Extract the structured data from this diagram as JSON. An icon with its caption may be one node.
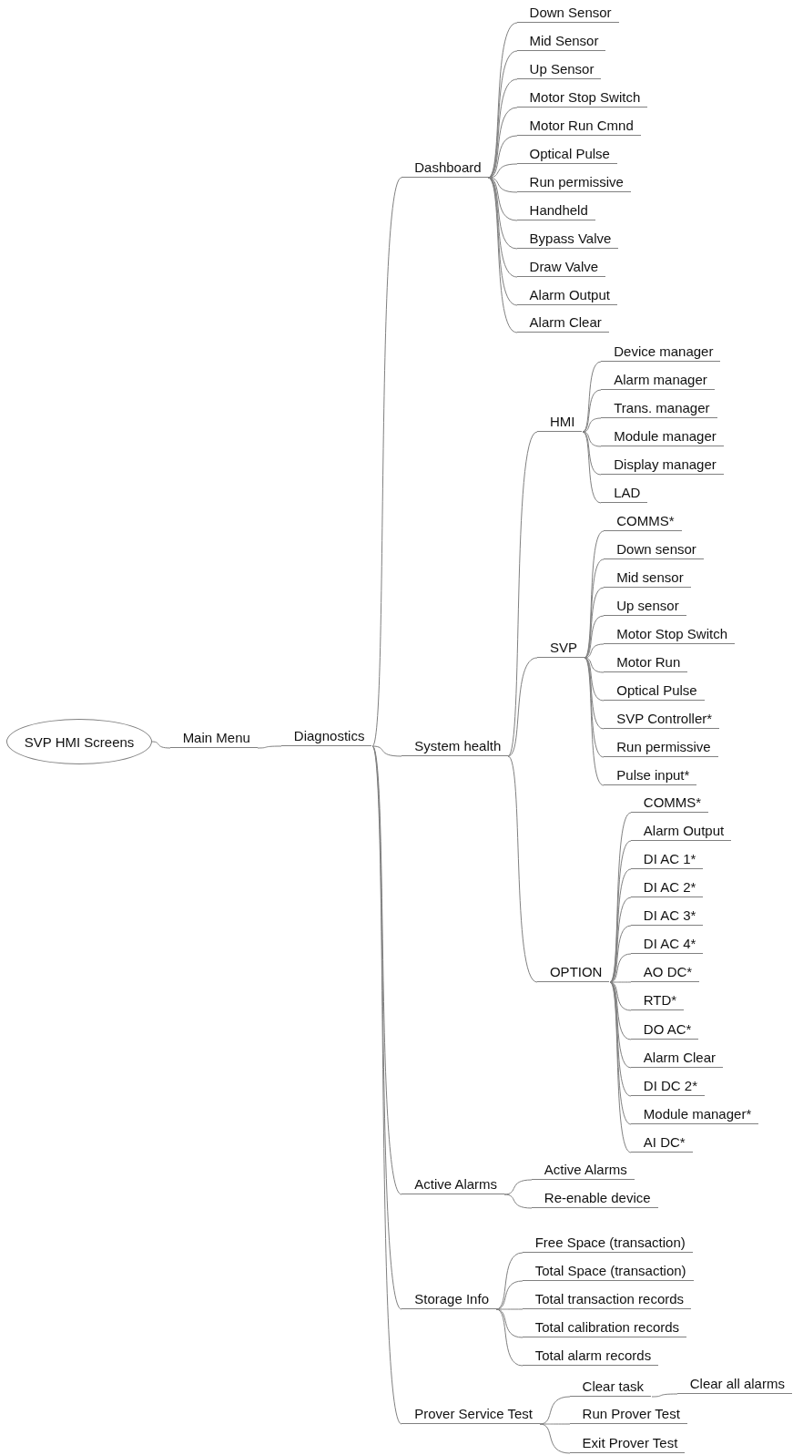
{
  "diagram": {
    "nodes": [
      {
        "text": [
          "SVP HMI Screens"
        ]
      },
      {
        "text": [
          "Main Menu"
        ]
      },
      {
        "text": [
          "Diagnostics"
        ]
      },
      {
        "text": [
          "Dashboard"
        ]
      },
      {
        "text": [
          "Down Sensor"
        ]
      },
      {
        "text": [
          "Mid Sensor"
        ]
      },
      {
        "text": [
          "Up Sensor"
        ]
      },
      {
        "text": [
          "Motor Stop Switch"
        ]
      },
      {
        "text": [
          "Motor Run Cmnd"
        ]
      },
      {
        "text": [
          "Optical Pulse"
        ]
      },
      {
        "text": [
          "Run permissive"
        ]
      },
      {
        "text": [
          "Handheld"
        ]
      },
      {
        "text": [
          "Bypass Valve"
        ]
      },
      {
        "text": [
          "Draw Valve"
        ]
      },
      {
        "text": [
          "Alarm Output"
        ]
      },
      {
        "text": [
          "Alarm Clear"
        ]
      },
      {
        "text": [
          "System health"
        ]
      },
      {
        "text": [
          "HMI"
        ]
      },
      {
        "text": [
          "Device manager"
        ]
      },
      {
        "text": [
          "Alarm manager"
        ]
      },
      {
        "text": [
          "Trans. manager"
        ]
      },
      {
        "text": [
          "Module manager"
        ]
      },
      {
        "text": [
          "Display manager"
        ]
      },
      {
        "text": [
          "LAD"
        ]
      },
      {
        "text": [
          "SVP"
        ]
      },
      {
        "text": [
          "COMMS*"
        ]
      },
      {
        "text": [
          "Down sensor"
        ]
      },
      {
        "text": [
          "Mid sensor"
        ]
      },
      {
        "text": [
          "Up sensor"
        ]
      },
      {
        "text": [
          "Motor Stop Switch"
        ]
      },
      {
        "text": [
          "Motor Run"
        ]
      },
      {
        "text": [
          "Optical Pulse"
        ]
      },
      {
        "text": [
          "SVP Controller*"
        ]
      },
      {
        "text": [
          "Run permissive"
        ]
      },
      {
        "text": [
          "Pulse input*"
        ]
      },
      {
        "text": [
          "OPTION"
        ]
      },
      {
        "text": [
          "COMMS*"
        ]
      },
      {
        "text": [
          "Alarm Output"
        ]
      },
      {
        "text": [
          "DI AC 1*"
        ]
      },
      {
        "text": [
          "DI AC 2*"
        ]
      },
      {
        "text": [
          "DI AC 3*"
        ]
      },
      {
        "text": [
          "DI AC 4*"
        ]
      },
      {
        "text": [
          "AO DC*"
        ]
      },
      {
        "text": [
          "RTD*"
        ]
      },
      {
        "text": [
          "DO AC*"
        ]
      },
      {
        "text": [
          "Alarm Clear"
        ]
      },
      {
        "text": [
          "DI DC 2*"
        ]
      },
      {
        "text": [
          "Module manager*"
        ]
      },
      {
        "text": [
          "AI DC*"
        ]
      },
      {
        "text": [
          "Active Alarms"
        ]
      },
      {
        "text": [
          "Active Alarms"
        ]
      },
      {
        "text": [
          "Re-enable device"
        ]
      },
      {
        "text": [
          "Storage Info"
        ]
      },
      {
        "text": [
          "Free Space (transaction)"
        ]
      },
      {
        "text": [
          "Total Space (transaction)"
        ]
      },
      {
        "text": [
          "Total transaction records"
        ]
      },
      {
        "text": [
          "Total calibration records"
        ]
      },
      {
        "text": [
          "Total alarm records"
        ]
      },
      {
        "text": [
          "Prover Service Test"
        ]
      },
      {
        "text": [
          "Clear task"
        ]
      },
      {
        "text": [
          "Clear all alarms"
        ]
      },
      {
        "text": [
          "Run Prover Test"
        ]
      },
      {
        "text": [
          "Exit Prover Test"
        ]
      }
    ],
    "edges": [
      {
        "from": 0,
        "to": 1,
        "arrow": "none"
      },
      {
        "from": 1,
        "to": 2,
        "arrow": "none"
      },
      {
        "from": 2,
        "to": 3,
        "arrow": "none"
      },
      {
        "from": 3,
        "to": 4,
        "arrow": "none"
      },
      {
        "from": 3,
        "to": 5,
        "arrow": "none"
      },
      {
        "from": 3,
        "to": 6,
        "arrow": "none"
      },
      {
        "from": 3,
        "to": 7,
        "arrow": "none"
      },
      {
        "from": 3,
        "to": 8,
        "arrow": "none"
      },
      {
        "from": 3,
        "to": 9,
        "arrow": "none"
      },
      {
        "from": 3,
        "to": 10,
        "arrow": "none"
      },
      {
        "from": 3,
        "to": 11,
        "arrow": "none"
      },
      {
        "from": 3,
        "to": 12,
        "arrow": "none"
      },
      {
        "from": 3,
        "to": 13,
        "arrow": "none"
      },
      {
        "from": 3,
        "to": 14,
        "arrow": "none"
      },
      {
        "from": 3,
        "to": 15,
        "arrow": "none"
      },
      {
        "from": 2,
        "to": 16,
        "arrow": "none"
      },
      {
        "from": 16,
        "to": 17,
        "arrow": "none"
      },
      {
        "from": 17,
        "to": 18,
        "arrow": "none"
      },
      {
        "from": 17,
        "to": 19,
        "arrow": "none"
      },
      {
        "from": 17,
        "to": 20,
        "arrow": "none"
      },
      {
        "from": 17,
        "to": 21,
        "arrow": "none"
      },
      {
        "from": 17,
        "to": 22,
        "arrow": "none"
      },
      {
        "from": 17,
        "to": 23,
        "arrow": "none"
      },
      {
        "from": 16,
        "to": 24,
        "arrow": "none"
      },
      {
        "from": 24,
        "to": 25,
        "arrow": "none"
      },
      {
        "from": 24,
        "to": 26,
        "arrow": "none"
      },
      {
        "from": 24,
        "to": 27,
        "arrow": "none"
      },
      {
        "from": 24,
        "to": 28,
        "arrow": "none"
      },
      {
        "from": 24,
        "to": 29,
        "arrow": "none"
      },
      {
        "from": 24,
        "to": 30,
        "arrow": "none"
      },
      {
        "from": 24,
        "to": 31,
        "arrow": "none"
      },
      {
        "from": 24,
        "to": 32,
        "arrow": "none"
      },
      {
        "from": 24,
        "to": 33,
        "arrow": "none"
      },
      {
        "from": 24,
        "to": 34,
        "arrow": "none"
      },
      {
        "from": 16,
        "to": 35,
        "arrow": "none"
      },
      {
        "from": 35,
        "to": 36,
        "arrow": "none"
      },
      {
        "from": 35,
        "to": 37,
        "arrow": "none"
      },
      {
        "from": 35,
        "to": 38,
        "arrow": "none"
      },
      {
        "from": 35,
        "to": 39,
        "arrow": "none"
      },
      {
        "from": 35,
        "to": 40,
        "arrow": "none"
      },
      {
        "from": 35,
        "to": 41,
        "arrow": "none"
      },
      {
        "from": 35,
        "to": 42,
        "arrow": "none"
      },
      {
        "from": 35,
        "to": 43,
        "arrow": "none"
      },
      {
        "from": 35,
        "to": 44,
        "arrow": "none"
      },
      {
        "from": 35,
        "to": 45,
        "arrow": "none"
      },
      {
        "from": 35,
        "to": 46,
        "arrow": "none"
      },
      {
        "from": 35,
        "to": 47,
        "arrow": "none"
      },
      {
        "from": 35,
        "to": 48,
        "arrow": "none"
      },
      {
        "from": 2,
        "to": 49,
        "arrow": "none"
      },
      {
        "from": 49,
        "to": 50,
        "arrow": "none"
      },
      {
        "from": 49,
        "to": 51,
        "arrow": "none"
      },
      {
        "from": 2,
        "to": 52,
        "arrow": "none"
      },
      {
        "from": 52,
        "to": 53,
        "arrow": "none"
      },
      {
        "from": 52,
        "to": 54,
        "arrow": "none"
      },
      {
        "from": 52,
        "to": 55,
        "arrow": "none"
      },
      {
        "from": 52,
        "to": 56,
        "arrow": "none"
      },
      {
        "from": 52,
        "to": 57,
        "arrow": "none"
      },
      {
        "from": 2,
        "to": 58,
        "arrow": "none"
      },
      {
        "from": 58,
        "to": 59,
        "arrow": "none"
      },
      {
        "from": 59,
        "to": 60,
        "arrow": "none"
      },
      {
        "from": 58,
        "to": 61,
        "arrow": "none"
      },
      {
        "from": 58,
        "to": 62,
        "arrow": "none"
      }
    ]
  }
}
